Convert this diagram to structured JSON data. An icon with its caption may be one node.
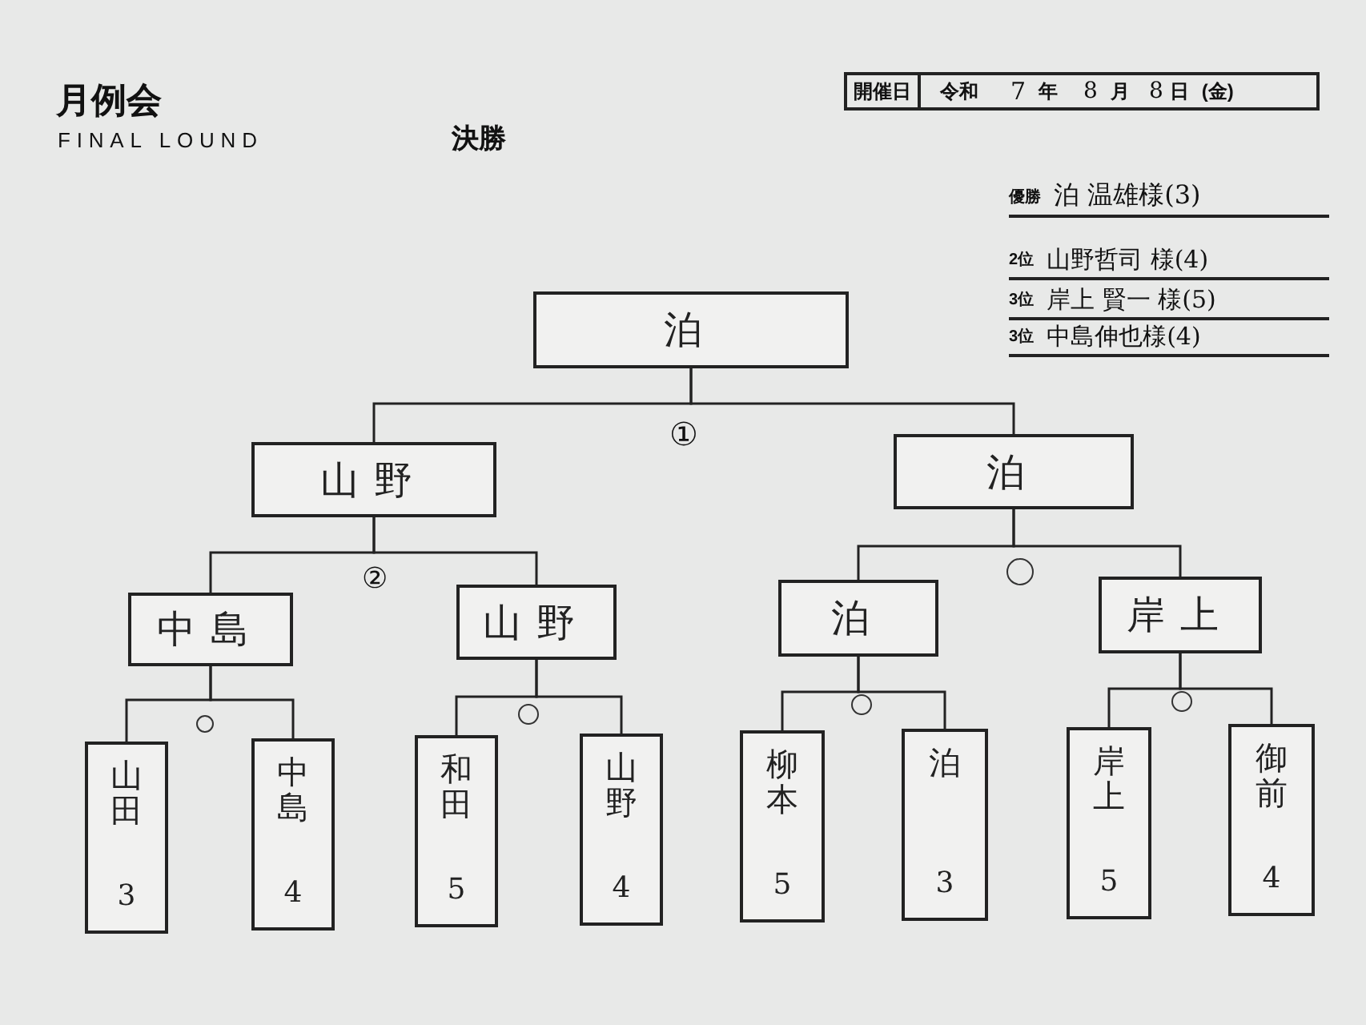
{
  "diagram": {
    "title": "月例会",
    "nodes": [
      {
        "text": [
          "泊"
        ]
      },
      {
        "text": [
          "山野"
        ]
      },
      {
        "text": [
          "泊"
        ]
      },
      {
        "text": [
          "中島"
        ]
      },
      {
        "text": [
          "山野"
        ]
      },
      {
        "text": [
          "泊"
        ]
      },
      {
        "text": [
          "岸上"
        ]
      },
      {
        "text": [
          "山田",
          "3"
        ]
      },
      {
        "text": [
          "中島",
          "4"
        ]
      },
      {
        "text": [
          "和田",
          "5"
        ]
      },
      {
        "text": [
          "山野",
          "4"
        ]
      },
      {
        "text": [
          "柳本",
          "5"
        ]
      },
      {
        "text": [
          "泊",
          "3"
        ]
      },
      {
        "text": [
          "岸上",
          "5"
        ]
      },
      {
        "text": [
          "御前",
          "4"
        ]
      }
    ],
    "edges": [
      {
        "from": 1,
        "to": 0,
        "arrow": "none"
      },
      {
        "from": 2,
        "to": 0,
        "arrow": "none"
      },
      {
        "from": 3,
        "to": 1,
        "arrow": "none"
      },
      {
        "from": 4,
        "to": 1,
        "arrow": "none"
      },
      {
        "from": 5,
        "to": 2,
        "arrow": "none"
      },
      {
        "from": 6,
        "to": 2,
        "arrow": "none"
      },
      {
        "from": 7,
        "to": 3,
        "arrow": "none"
      },
      {
        "from": 8,
        "to": 3,
        "arrow": "none"
      },
      {
        "from": 9,
        "to": 4,
        "arrow": "none"
      },
      {
        "from": 10,
        "to": 4,
        "arrow": "none"
      },
      {
        "from": 11,
        "to": 5,
        "arrow": "none"
      },
      {
        "from": 12,
        "to": 5,
        "arrow": "none"
      },
      {
        "from": 13,
        "to": 6,
        "arrow": "none"
      },
      {
        "from": 14,
        "to": 6,
        "arrow": "none"
      }
    ],
    "labels": [
      "FINAL LOUND",
      "決勝",
      "開催日",
      "令和",
      "7",
      "年",
      "8",
      "月",
      "8",
      "日",
      "(金)",
      "優勝",
      "泊 温雄様(3)",
      "2位",
      "山野哲司 様(4)",
      "3位",
      "岸上 賢一 様(5)",
      "3位",
      "中島伸也様(4)",
      "①",
      "②"
    ]
  }
}
